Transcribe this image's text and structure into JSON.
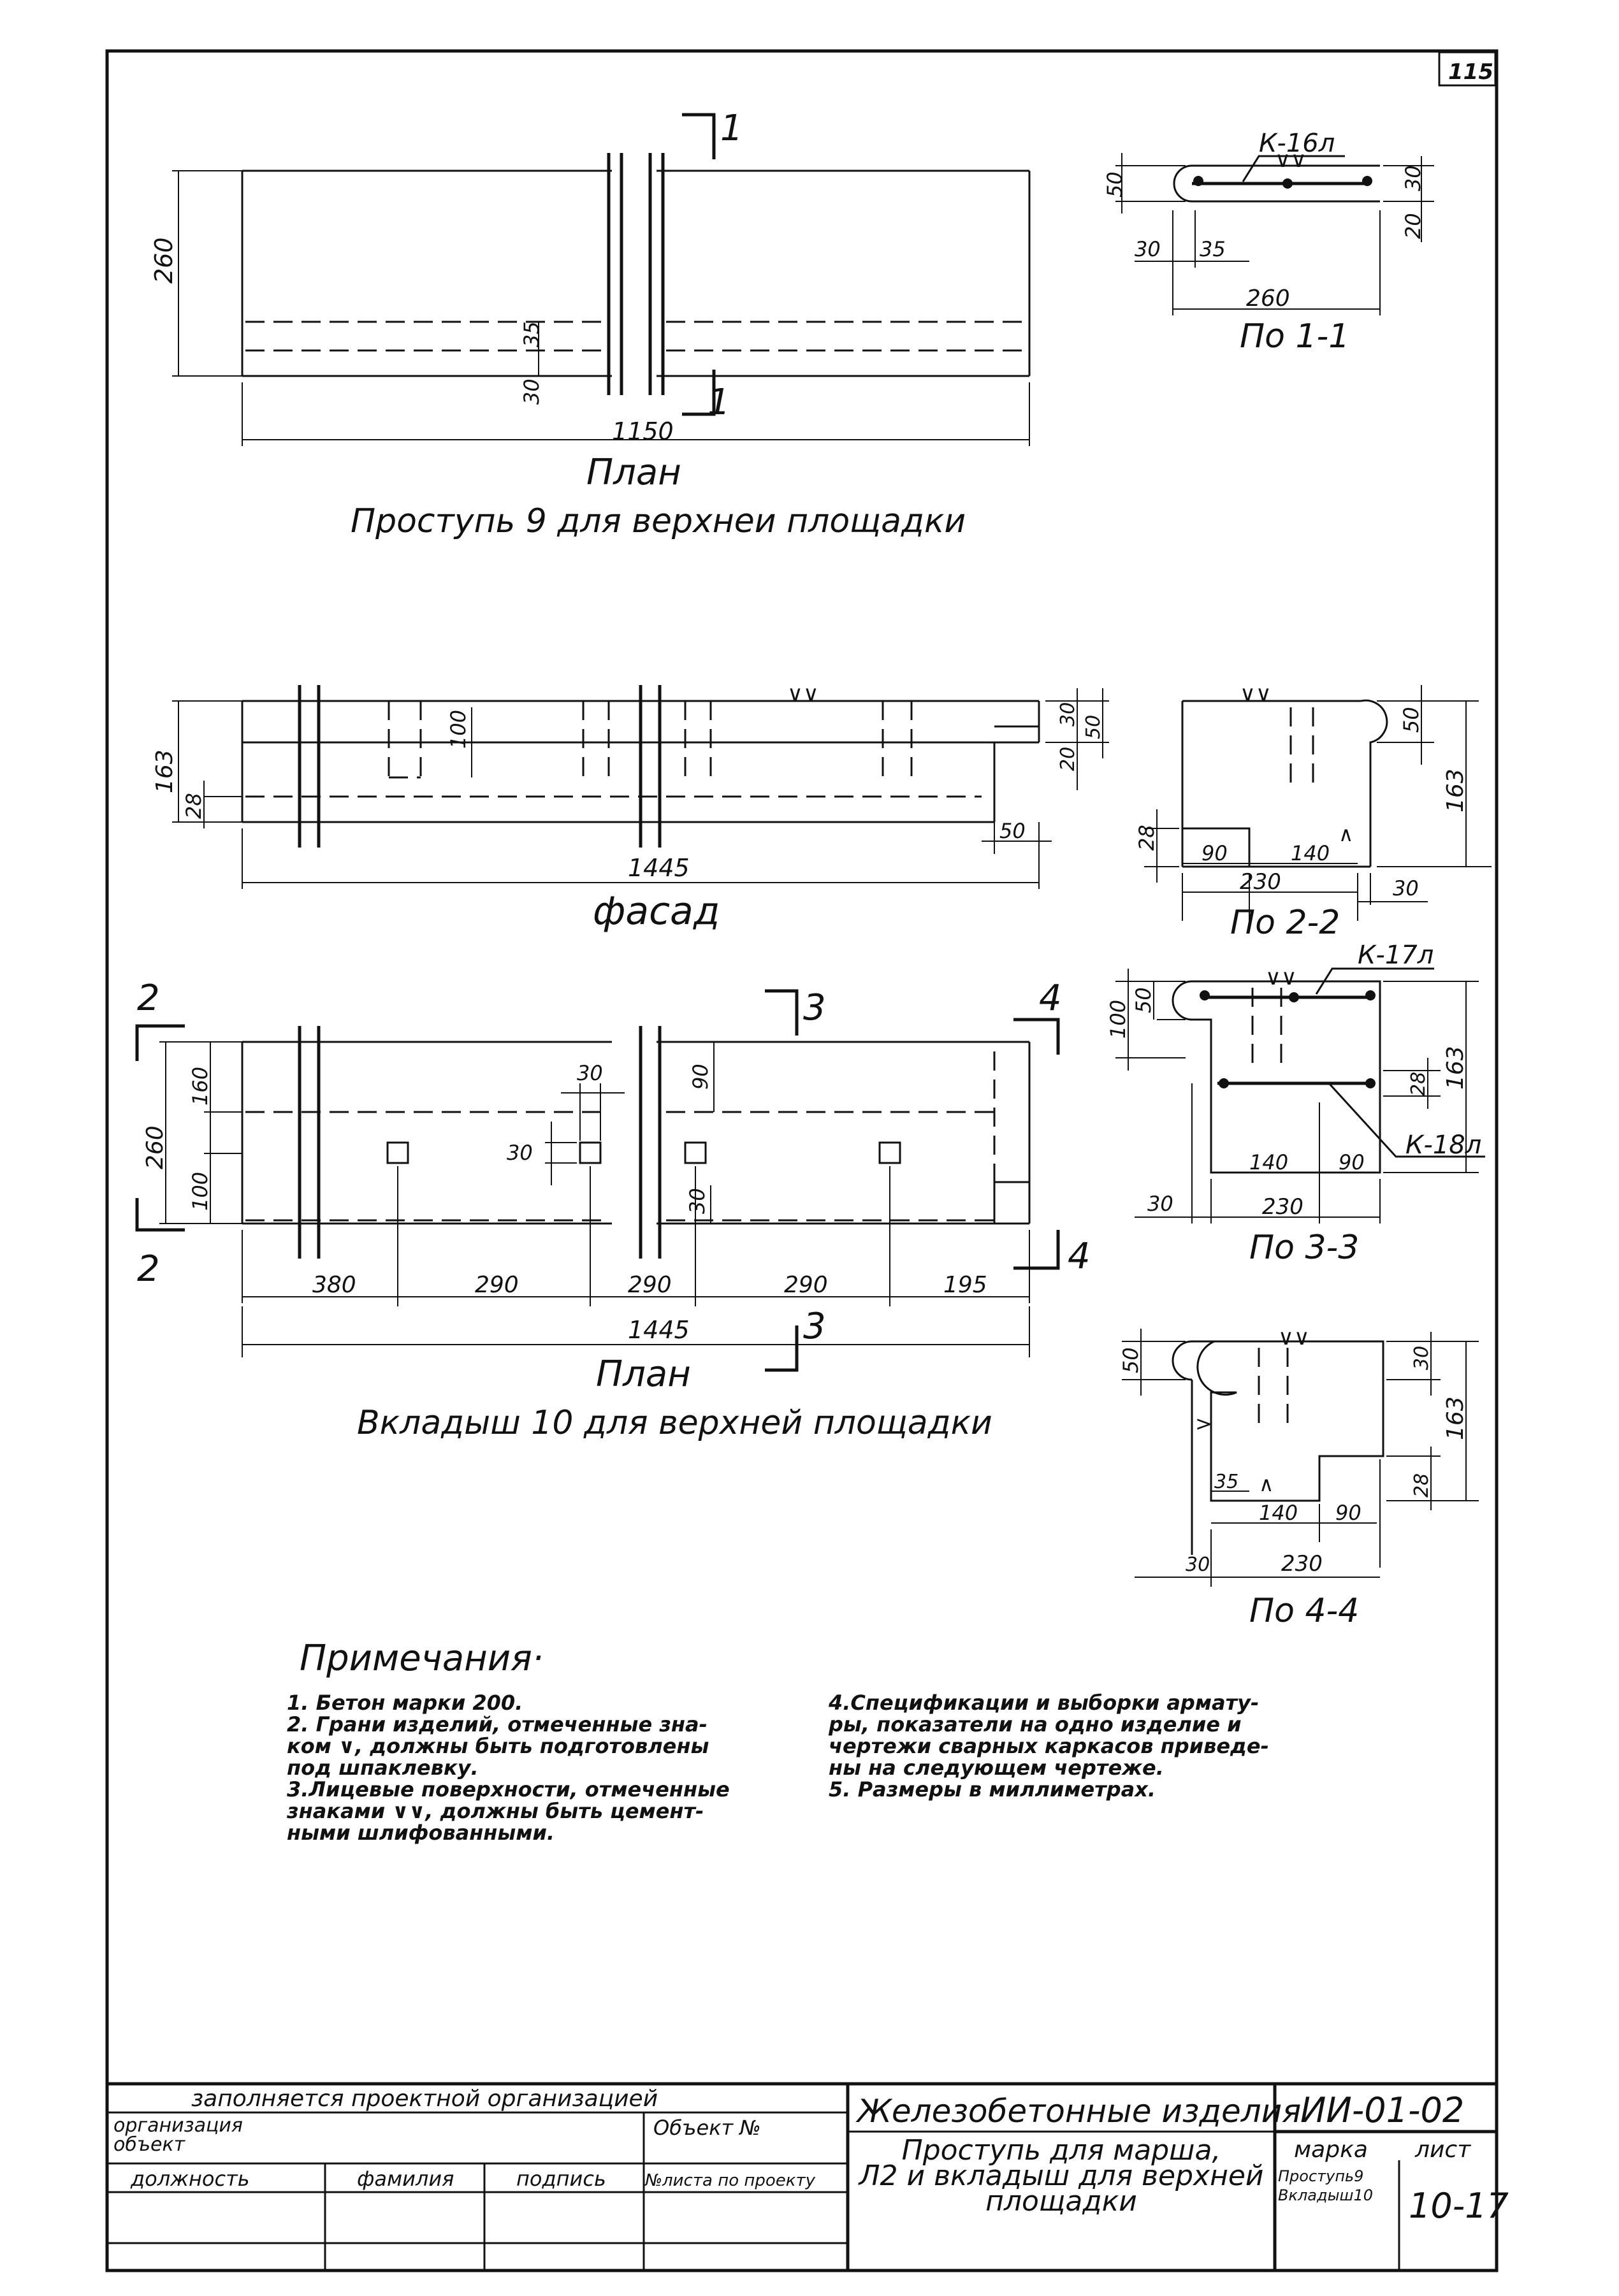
{
  "sheet": {
    "page_number": "115"
  },
  "views": {
    "plan1": {
      "title": "План",
      "caption": "Проступь 9 для верхнеи площадки",
      "dims": {
        "d260": "260",
        "d35": "35",
        "d30": "30",
        "d1150": "1150"
      },
      "section_mark": "1"
    },
    "sec11": {
      "title": "По 1-1",
      "rebar": "К-16л",
      "dims": {
        "d50": "50",
        "d30r": "30",
        "d20": "20",
        "d30b": "30",
        "d35": "35",
        "d260": "260"
      }
    },
    "facade": {
      "title": "фасад",
      "dims": {
        "d163": "163",
        "d28": "28",
        "d100": "100",
        "d30": "30",
        "d50a": "50",
        "d20": "20",
        "d50b": "50",
        "d1445": "1445"
      }
    },
    "sec22": {
      "title": "По 2-2",
      "dims": {
        "d50": "50",
        "d163": "163",
        "d28": "28",
        "d90": "90",
        "d140": "140",
        "d230": "230",
        "d30": "30"
      }
    },
    "plan2": {
      "title": "План",
      "caption": "Вкладыш 10 для верхней площадки",
      "marks": {
        "s2": "2",
        "s3": "3",
        "s4": "4"
      },
      "dims": {
        "d260": "260",
        "d160": "160",
        "d100": "100",
        "d30a": "30",
        "d30b": "30",
        "d90": "90",
        "d30c": "30",
        "d380": "380",
        "d290a": "290",
        "d290b": "290",
        "d290c": "290",
        "d195": "195",
        "d1445": "1445"
      }
    },
    "sec33": {
      "title": "По 3-3",
      "rebar_top": "К-17л",
      "rebar_bottom": "К-18л",
      "dims": {
        "d100": "100",
        "d50": "50",
        "d163": "163",
        "d28": "28",
        "d140": "140",
        "d90": "90",
        "d30": "30",
        "d230": "230"
      }
    },
    "sec44": {
      "title": "По 4-4",
      "dims": {
        "d50": "50",
        "d30": "30",
        "d163": "163",
        "d28": "28",
        "d35": "35",
        "d140": "140",
        "d90": "90",
        "d30b": "30",
        "d230": "230"
      }
    }
  },
  "notes": {
    "heading": "Примечания·",
    "col1": "1. Бетон марки 200.\n2. Грани изделий, отмеченные зна-\nком ∨, должны быть подготовлены\nпод шпаклевку.\n3.Лицевые поверхности, отмеченные\nзнаками ∨∨, должны быть цемент-\nными шлифованными.",
    "col2": "4.Спецификации и выборки армату-\nры, показатели на одно изделие и\nчертежи сварных каркасов приведе-\nны на следующем чертеже.\n5. Размеры в миллиметрах."
  },
  "title_block": {
    "filled_by": "заполняется проектной организацией",
    "organization": "организация",
    "object": "объект",
    "object_no": "Объект №",
    "position": "должность",
    "surname": "фамилия",
    "signature": "подпись",
    "sheet_no": "№листа по проекту",
    "series_title": "Железобетонные изделия",
    "series_code": "ИИ-01-02",
    "drawing_title": "Проступь для марша,\nЛ2 и вкладыш для верхней\nплощадки",
    "mark_label": "марка",
    "sheet_label": "лист",
    "mark_value": "Проступь9\nВкладыш10",
    "sheet_value": "10-17"
  }
}
